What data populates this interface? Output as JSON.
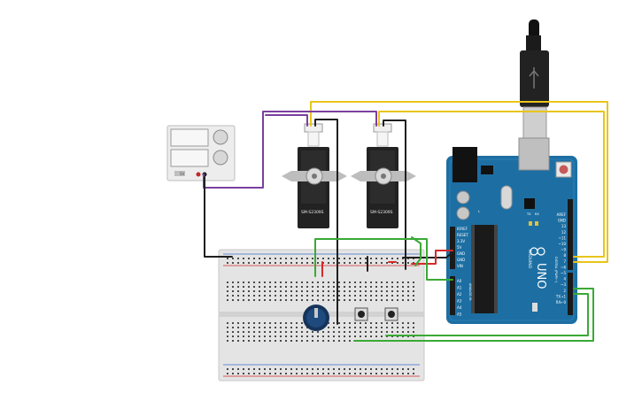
{
  "servo_left": {
    "model": "SM-S2309S"
  },
  "servo_right": {
    "model": "SM-S2309S"
  },
  "power_supply": {
    "label": "5V"
  },
  "arduino": {
    "brand": "ARDUINO",
    "model": "UNO",
    "left_header": [
      "IOREF",
      "RESET",
      "3.3V",
      "5V",
      "GND",
      "GND",
      "VIN"
    ],
    "analog_pins": [
      "A0",
      "A1",
      "A2",
      "A3",
      "A4",
      "A5"
    ],
    "analog_label": "ANALOG IN",
    "digital_pins": [
      "AREF",
      "GND",
      "13",
      "12",
      "~11",
      "~10",
      "~9",
      "8",
      "7",
      "~6",
      "~5",
      "4",
      "~3",
      "2",
      "TX→1",
      "RX←0"
    ],
    "digital_label": "DIGITAL (PWM~)",
    "tx_label": "TX",
    "rx_label": "RX",
    "l_label": "L"
  },
  "colors": {
    "wire_yellow": "#e8c51a",
    "wire_purple": "#7b3f9e",
    "wire_black": "#1f1f1f",
    "wire_green": "#3aa935",
    "wire_red": "#d42a2a",
    "board_blue": "#1d6fa3",
    "breadboard": "#e6e6e6"
  }
}
